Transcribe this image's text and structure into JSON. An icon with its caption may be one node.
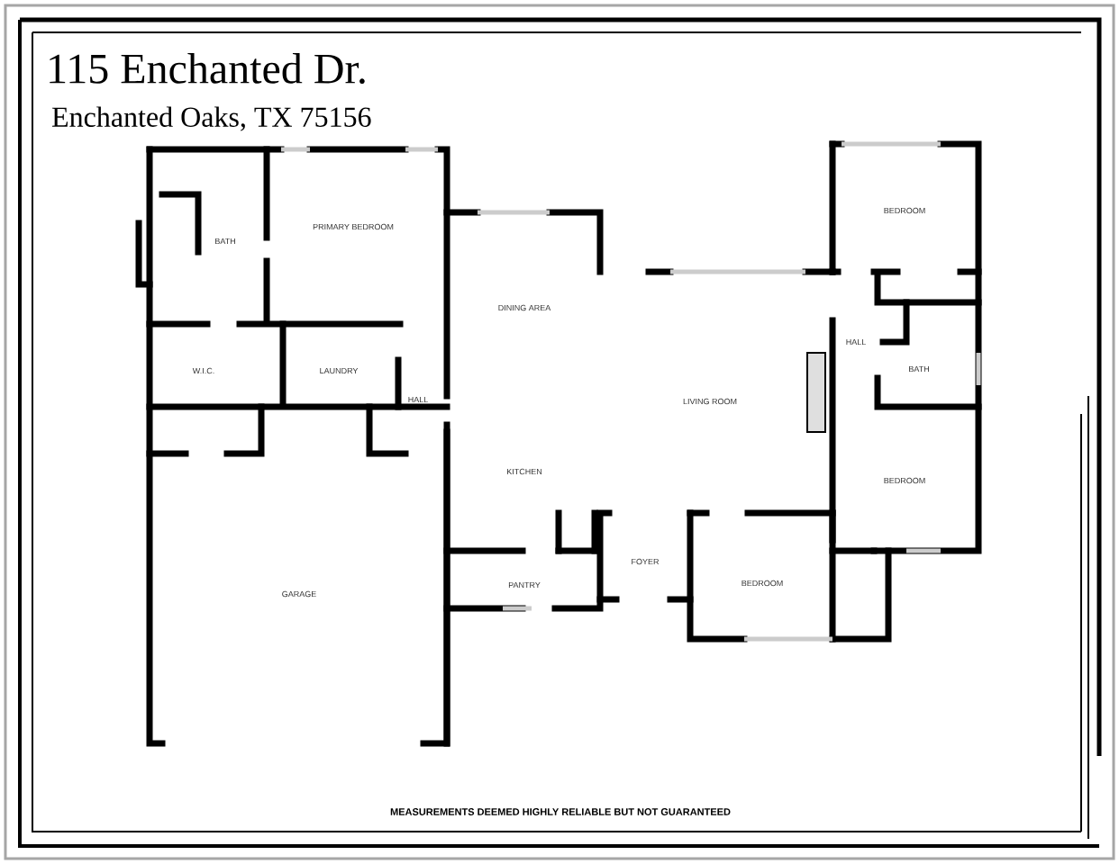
{
  "diagram": {
    "title": "115 Enchanted Dr.",
    "caption": "MEASUREMENTS DEEMED HIGHLY RELIABLE BUT NOT GUARANTEED",
    "labels": [
      "Enchanted Oaks, TX 75156",
      "BEDROOM",
      "PRIMARY BEDROOM",
      "BATH",
      "DINING AREA",
      "HALL",
      "W.I.C.",
      "LAUNDRY",
      "BATH",
      "HALL",
      "LIVING ROOM",
      "KITCHEN",
      "BEDROOM",
      "FOYER",
      "BEDROOM",
      "PANTRY",
      "GARAGE"
    ]
  }
}
